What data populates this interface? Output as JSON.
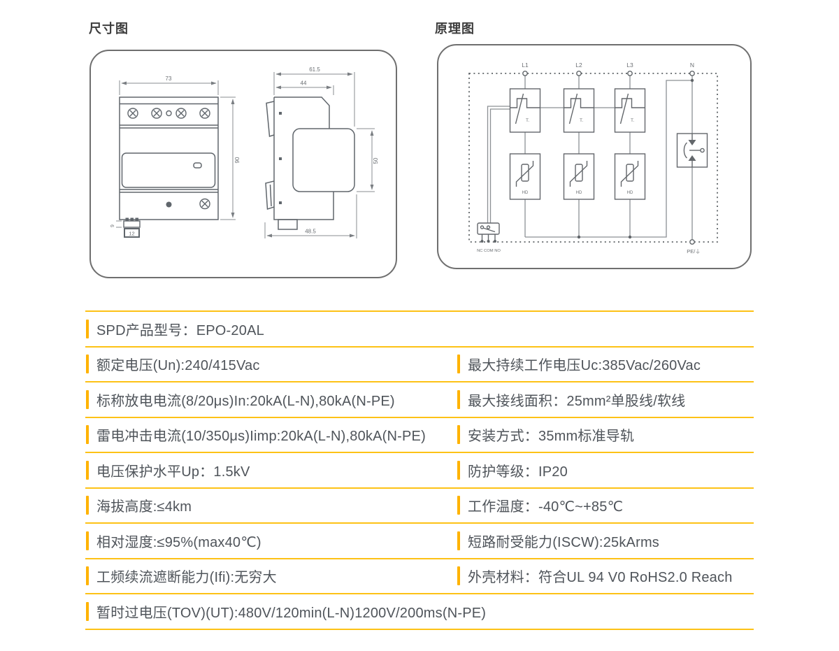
{
  "titles": {
    "dimension": "尺寸图",
    "schematic": "原理图"
  },
  "dimension_diagram": {
    "front": {
      "width": "73",
      "height": "90",
      "tab_width": "12",
      "tab_height": "9"
    },
    "side": {
      "overall_width": "61.5",
      "upper_width": "44",
      "module_height": "50",
      "bottom_width": "48.5"
    }
  },
  "schematic": {
    "terminals": {
      "l1": "L1",
      "l2": "L2",
      "l3": "L3",
      "n": "N"
    },
    "mov_label": "T.",
    "varistor_label": "HD",
    "contact_label": "NC COM NO",
    "pe_label": "PE/⏚"
  },
  "specs": {
    "model": "SPD产品型号：EPO-20AL",
    "rows": [
      {
        "left": "额定电压(Un):240/415Vac",
        "right": "最大持续工作电压Uc:385Vac/260Vac"
      },
      {
        "left": "标称放电电流(8/20μs)In:20kA(L-N),80kA(N-PE)",
        "right": "最大接线面积：25mm²单股线/软线"
      },
      {
        "left": "雷电冲击电流(10/350μs)Iimp:20kA(L-N),80kA(N-PE)",
        "right": "安装方式：35mm标准导轨"
      },
      {
        "left": "电压保护水平Up：1.5kV",
        "right": "防护等级：IP20"
      },
      {
        "left": "海拔高度:≤4km",
        "right": "工作温度：-40℃~+85℃"
      },
      {
        "left": "相对湿度:≤95%(max40℃)",
        "right": "短路耐受能力(ISCW):25kArms"
      },
      {
        "left": "工频续流遮断能力(Ifi):无穷大",
        "right": "外壳材料：符合UL 94 V0 RoHS2.0 Reach"
      }
    ],
    "tov": "暂时过电压(TOV)(UT):480V/120min(L-N)1200V/200ms(N-PE)"
  },
  "colors": {
    "accent_bar": "#FFB300",
    "accent_line": "#FDC216",
    "spec_text_color": "#4F545A",
    "drawing_line": "#60666C"
  }
}
